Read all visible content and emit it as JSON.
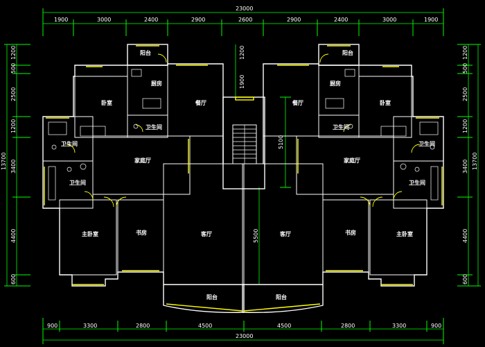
{
  "dims": {
    "top_total": "23000",
    "bottom_total": "23000",
    "top_segments": [
      "1900",
      "3000",
      "2400",
      "2900",
      "2600",
      "2900",
      "2400",
      "3000",
      "1900"
    ],
    "bottom_segments": [
      "900",
      "3300",
      "2800",
      "4500",
      "4500",
      "2800",
      "3300",
      "900"
    ],
    "left_total": "13700",
    "left_segments": [
      "1200",
      "500",
      "2500",
      "1200",
      "3400",
      "4400",
      "600"
    ],
    "right_total": "13700",
    "right_segments": [
      "1200",
      "500",
      "2500",
      "1200",
      "3400",
      "4400",
      "600"
    ],
    "inner_left": "1900",
    "inner_right": "1200",
    "stair_height": "5100",
    "center_lower": "5500"
  },
  "rooms": {
    "balcony": "阳台",
    "kitchen": "厨房",
    "bedroom": "卧室",
    "dining": "餐厅",
    "bathroom": "卫生间",
    "family_hall": "家庭厅",
    "master_bedroom": "主卧室",
    "study": "书房",
    "living": "客厅"
  },
  "colors": {
    "background": "#000000",
    "dimension": "#00ff00",
    "wall": "#ffffff",
    "window": "#ffff00",
    "fixture": "#ff00ff"
  }
}
